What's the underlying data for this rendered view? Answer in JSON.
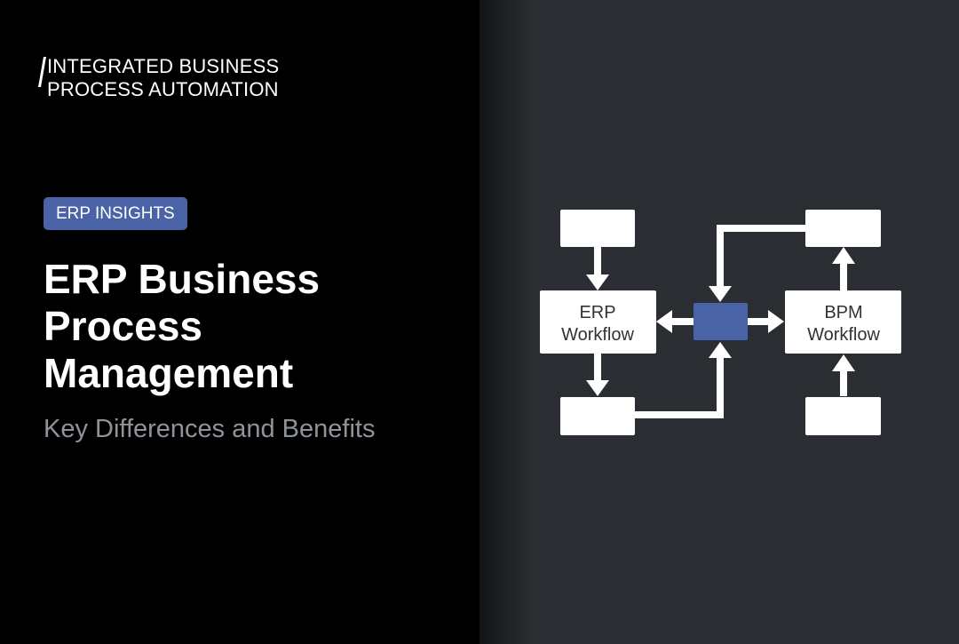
{
  "brand": {
    "line1": "INTEGRATED BUSINESS",
    "line2": "PROCESS AUTOMATION"
  },
  "tag": "ERP INSIGHTS",
  "title": {
    "line1": "ERP Business",
    "line2": "Process",
    "line3": "Management"
  },
  "subtitle": "Key Differences and Benefits",
  "diagram": {
    "erp_node": {
      "line1": "ERP",
      "line2": "Workflow"
    },
    "bpm_node": {
      "line1": "BPM",
      "line2": "Workflow"
    },
    "hub_color": "#4a63a6"
  },
  "colors": {
    "left_bg": "#000000",
    "right_bg": "#2a2d31",
    "accent": "#4a63a6",
    "subtitle": "#8f939a"
  }
}
